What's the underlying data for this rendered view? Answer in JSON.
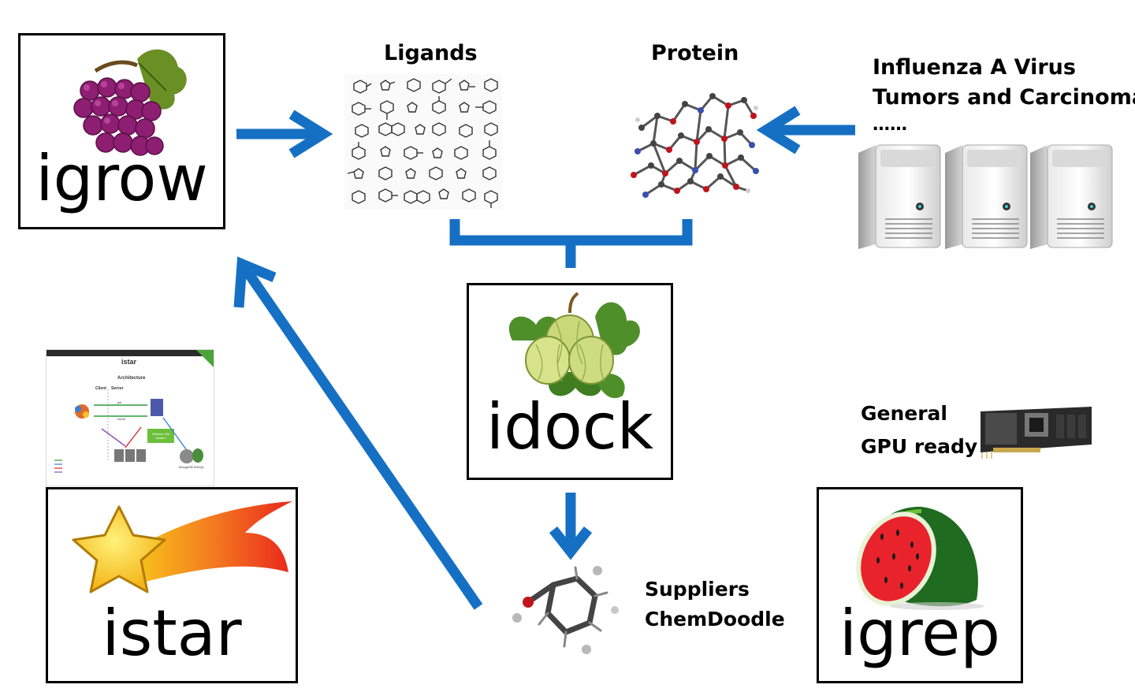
{
  "boxes": {
    "igrow": "igrow",
    "idock": "idock",
    "istar": "istar",
    "igrep": "igrep"
  },
  "labels": {
    "ligands": "Ligands",
    "protein": "Protein",
    "targets": [
      "Influenza A Virus",
      "Tumors and Carcinomas",
      "……"
    ],
    "suppliers": [
      "Suppliers",
      "ChemDoodle"
    ],
    "gpu": [
      "General",
      "GPU ready"
    ]
  },
  "screenshot": {
    "title": "istar",
    "heading": "Architecture",
    "client": "Client",
    "server": "Server",
    "job": "job",
    "result": "result",
    "network_fs": "Network File System",
    "db": "MongoDB NoSQL"
  },
  "colors": {
    "arrow": "#1570c4",
    "border": "#000000"
  }
}
